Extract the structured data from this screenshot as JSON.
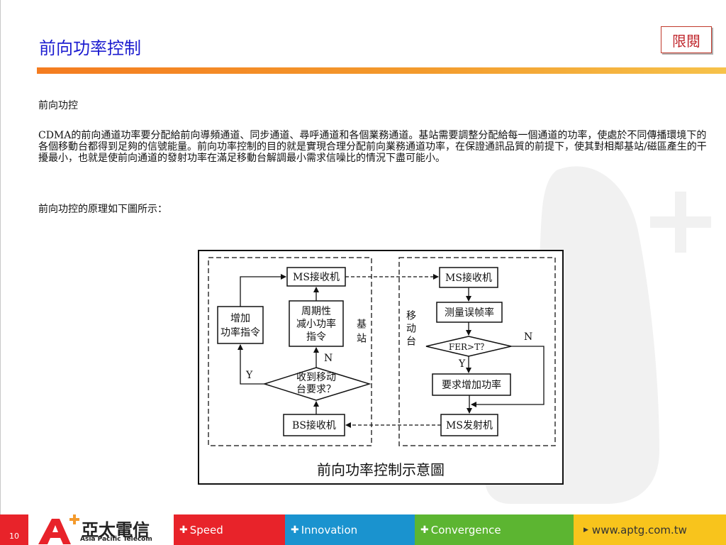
{
  "slide": {
    "title": "前向功率控制",
    "stamp": "限閱",
    "subheading": "前向功控",
    "paragraph": "CDMA的前向通道功率要分配給前向導頻通道、同步通道、尋呼通道和各個業務通道。基站需要調整分配給每一個通道的功率，使處於不同傳播環境下的各個移動台都得到足夠的信號能量。前向功率控制的目的就是實現合理分配前向業務通道功率，在保證通訊品質的前提下，使其對相鄰基站/磁區產生的干擾最小，也就是使前向通道的發射功率在滿足移動台解調最小需求信噪比的情況下盡可能小。",
    "intro": "前向功控的原理如下圖所示："
  },
  "figure": {
    "caption": "前向功率控制示意圖",
    "bs_region": "基站",
    "ms_region": "移动台",
    "nodes": {
      "ms_recv_left": "MS接收机",
      "increase_cmd": [
        "增加",
        "功率指令"
      ],
      "periodic_reduce": [
        "周期性",
        "减小功率",
        "指令"
      ],
      "received_request": [
        "收到移动",
        "台要求？"
      ],
      "bs_recv": "BS接收机",
      "ms_recv_right": "MS接收机",
      "measure_fer": "测量误帧率",
      "fer_check": "FER>T？",
      "request_increase": "要求增加功率",
      "ms_transmitter": "MS发射机"
    },
    "edge_labels": {
      "yes": "Y",
      "no": "N"
    }
  },
  "footer": {
    "page_number": "10",
    "logo_cn": "亞太電信",
    "logo_en": "Asia Pacific Telecom",
    "items": [
      "Speed",
      "Innovation",
      "Convergence"
    ],
    "url": "www.aptg.com.tw"
  },
  "colors": {
    "title": "#1c1cd0",
    "stamp": "#c0282e",
    "bar_orange": "#f47c20",
    "footer_red": "#e8232a",
    "footer_blue": "#1a93cf",
    "footer_green": "#5cb531",
    "footer_yellow": "#f8c41c"
  }
}
